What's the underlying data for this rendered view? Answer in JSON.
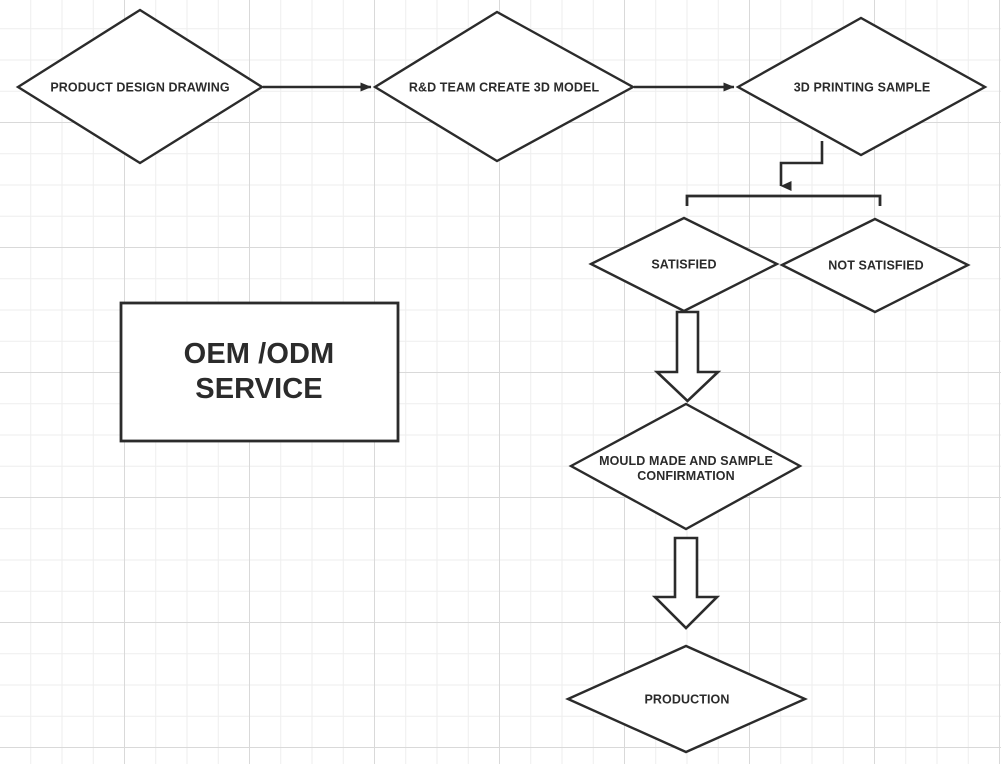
{
  "diagram": {
    "title": "OEM /ODM SERVICE process flowchart",
    "background": {
      "minor_grid_color": "#eeeeee",
      "major_grid_color": "#d9d9d9",
      "paper_color": "#ffffff"
    },
    "stroke_color": "#2b2b2b",
    "text_color": "#2b2b2b",
    "callout": {
      "line1": "OEM /ODM",
      "line2": "SERVICE"
    },
    "nodes": [
      {
        "id": "product-design-drawing",
        "shape": "diamond",
        "label": "PRODUCT DESIGN DRAWING"
      },
      {
        "id": "rd-team-create-3d-model",
        "shape": "diamond",
        "label": "R&D TEAM CREATE 3D MODEL"
      },
      {
        "id": "3d-printing-sample",
        "shape": "diamond",
        "label": "3D PRINTING SAMPLE"
      },
      {
        "id": "satisfied",
        "shape": "diamond",
        "label": "SATISFIED"
      },
      {
        "id": "not-satisfied",
        "shape": "diamond",
        "label": "NOT SATISFIED"
      },
      {
        "id": "mould-made-and-sample-confirmation",
        "shape": "diamond",
        "label": "MOULD MADE AND SAMPLE CONFIRMATION"
      },
      {
        "id": "production",
        "shape": "diamond",
        "label": "PRODUCTION"
      }
    ],
    "connectors": [
      {
        "id": "conn-1",
        "from": "product-design-drawing",
        "to": "rd-team-create-3d-model",
        "style": "thin-arrow"
      },
      {
        "id": "conn-2",
        "from": "rd-team-create-3d-model",
        "to": "3d-printing-sample",
        "style": "thin-arrow"
      },
      {
        "id": "conn-3",
        "from": "3d-printing-sample",
        "to": "decision-split",
        "style": "elbow-arrow"
      },
      {
        "id": "conn-4",
        "from": "decision-split",
        "to": "satisfied",
        "style": "split-bar"
      },
      {
        "id": "conn-5",
        "from": "decision-split",
        "to": "not-satisfied",
        "style": "split-bar"
      },
      {
        "id": "conn-6",
        "from": "satisfied",
        "to": "mould-made-and-sample-confirmation",
        "style": "block-arrow"
      },
      {
        "id": "conn-7",
        "from": "mould-made-and-sample-confirmation",
        "to": "production",
        "style": "block-arrow"
      }
    ]
  }
}
